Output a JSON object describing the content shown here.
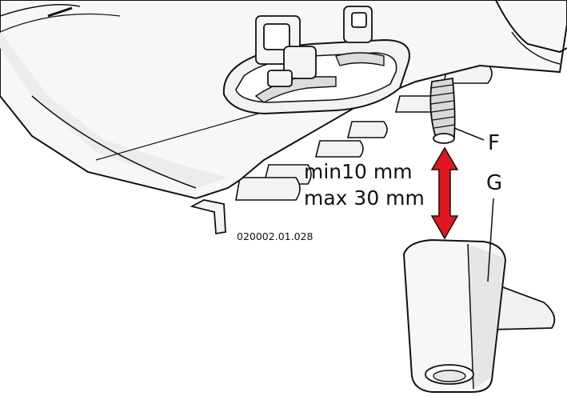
{
  "labels": {
    "f": "F",
    "g": "G",
    "dim_min": "min10 mm",
    "dim_max": "max 30 mm",
    "figure_ref": "020002.01.028"
  },
  "colors": {
    "arrow": "#e0181d",
    "shell": "#f7f7f7",
    "shade": "#e8e8e8",
    "line": "#111111"
  },
  "icons": {
    "dimension_arrow": "double-headed-vertical-arrow",
    "hose": "corrugated-hose-icon",
    "cup": "tapered-drain-cup-icon"
  }
}
